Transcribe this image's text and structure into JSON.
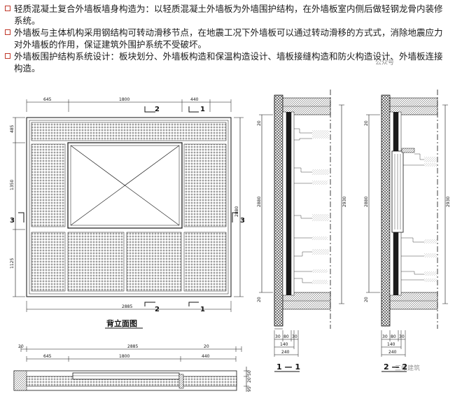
{
  "intro": {
    "bullets": [
      "轻质混凝土复合外墙板墙身构造为：以轻质混凝土外墙板为外墙围护结构，在外墙板室内侧后做轻钢龙骨内装修系统。",
      "外墙板与主体机构采用钢结构可转动滑移节点，在地震工况下外墙板可以通过转动滑移的方式式，消除地震应力对外墙板的作用，保证建筑外围护系统不受破坏。",
      "外墙板围护结构系统设计：板块划分、外墙板构造和保温构造设计、墙板接缝构造和防火构造设计、外墙板连接构造。"
    ]
  },
  "watermark": "公众号",
  "watermark2": "三维建筑",
  "elevation": {
    "caption": "背立面图",
    "top_dims": [
      "645",
      "1800",
      "440"
    ],
    "bottom_total": "2885",
    "left_dims": [
      "485",
      "1350",
      "1125"
    ],
    "right_total": "2880",
    "section_marks": [
      "1",
      "2",
      "3"
    ]
  },
  "plan": {
    "top_total": "2885",
    "top_dims": [
      "645",
      "1800",
      "440"
    ],
    "end_dims": [
      "20",
      "20"
    ],
    "right_dims": [
      "50",
      "20",
      "95"
    ]
  },
  "section1": {
    "caption": "1 — 1",
    "height_dim": "2880",
    "height_dim2": "2930",
    "top_dim": "20",
    "bottom_dim": "20",
    "base_dims": [
      "30",
      "80",
      "30"
    ],
    "base_total": "140",
    "base_total2": "240"
  },
  "section2": {
    "caption": "2 — 2",
    "height_dim": "2880",
    "height_dim2": "2930",
    "top_dim": "20",
    "bottom_dim": "20",
    "base_dims": [
      "30",
      "80",
      "30"
    ],
    "base_total": "140",
    "base_total2": "240"
  },
  "colors": {
    "bullet_marker": "#c0392b",
    "line": "#111111",
    "hatch": "#222222"
  }
}
